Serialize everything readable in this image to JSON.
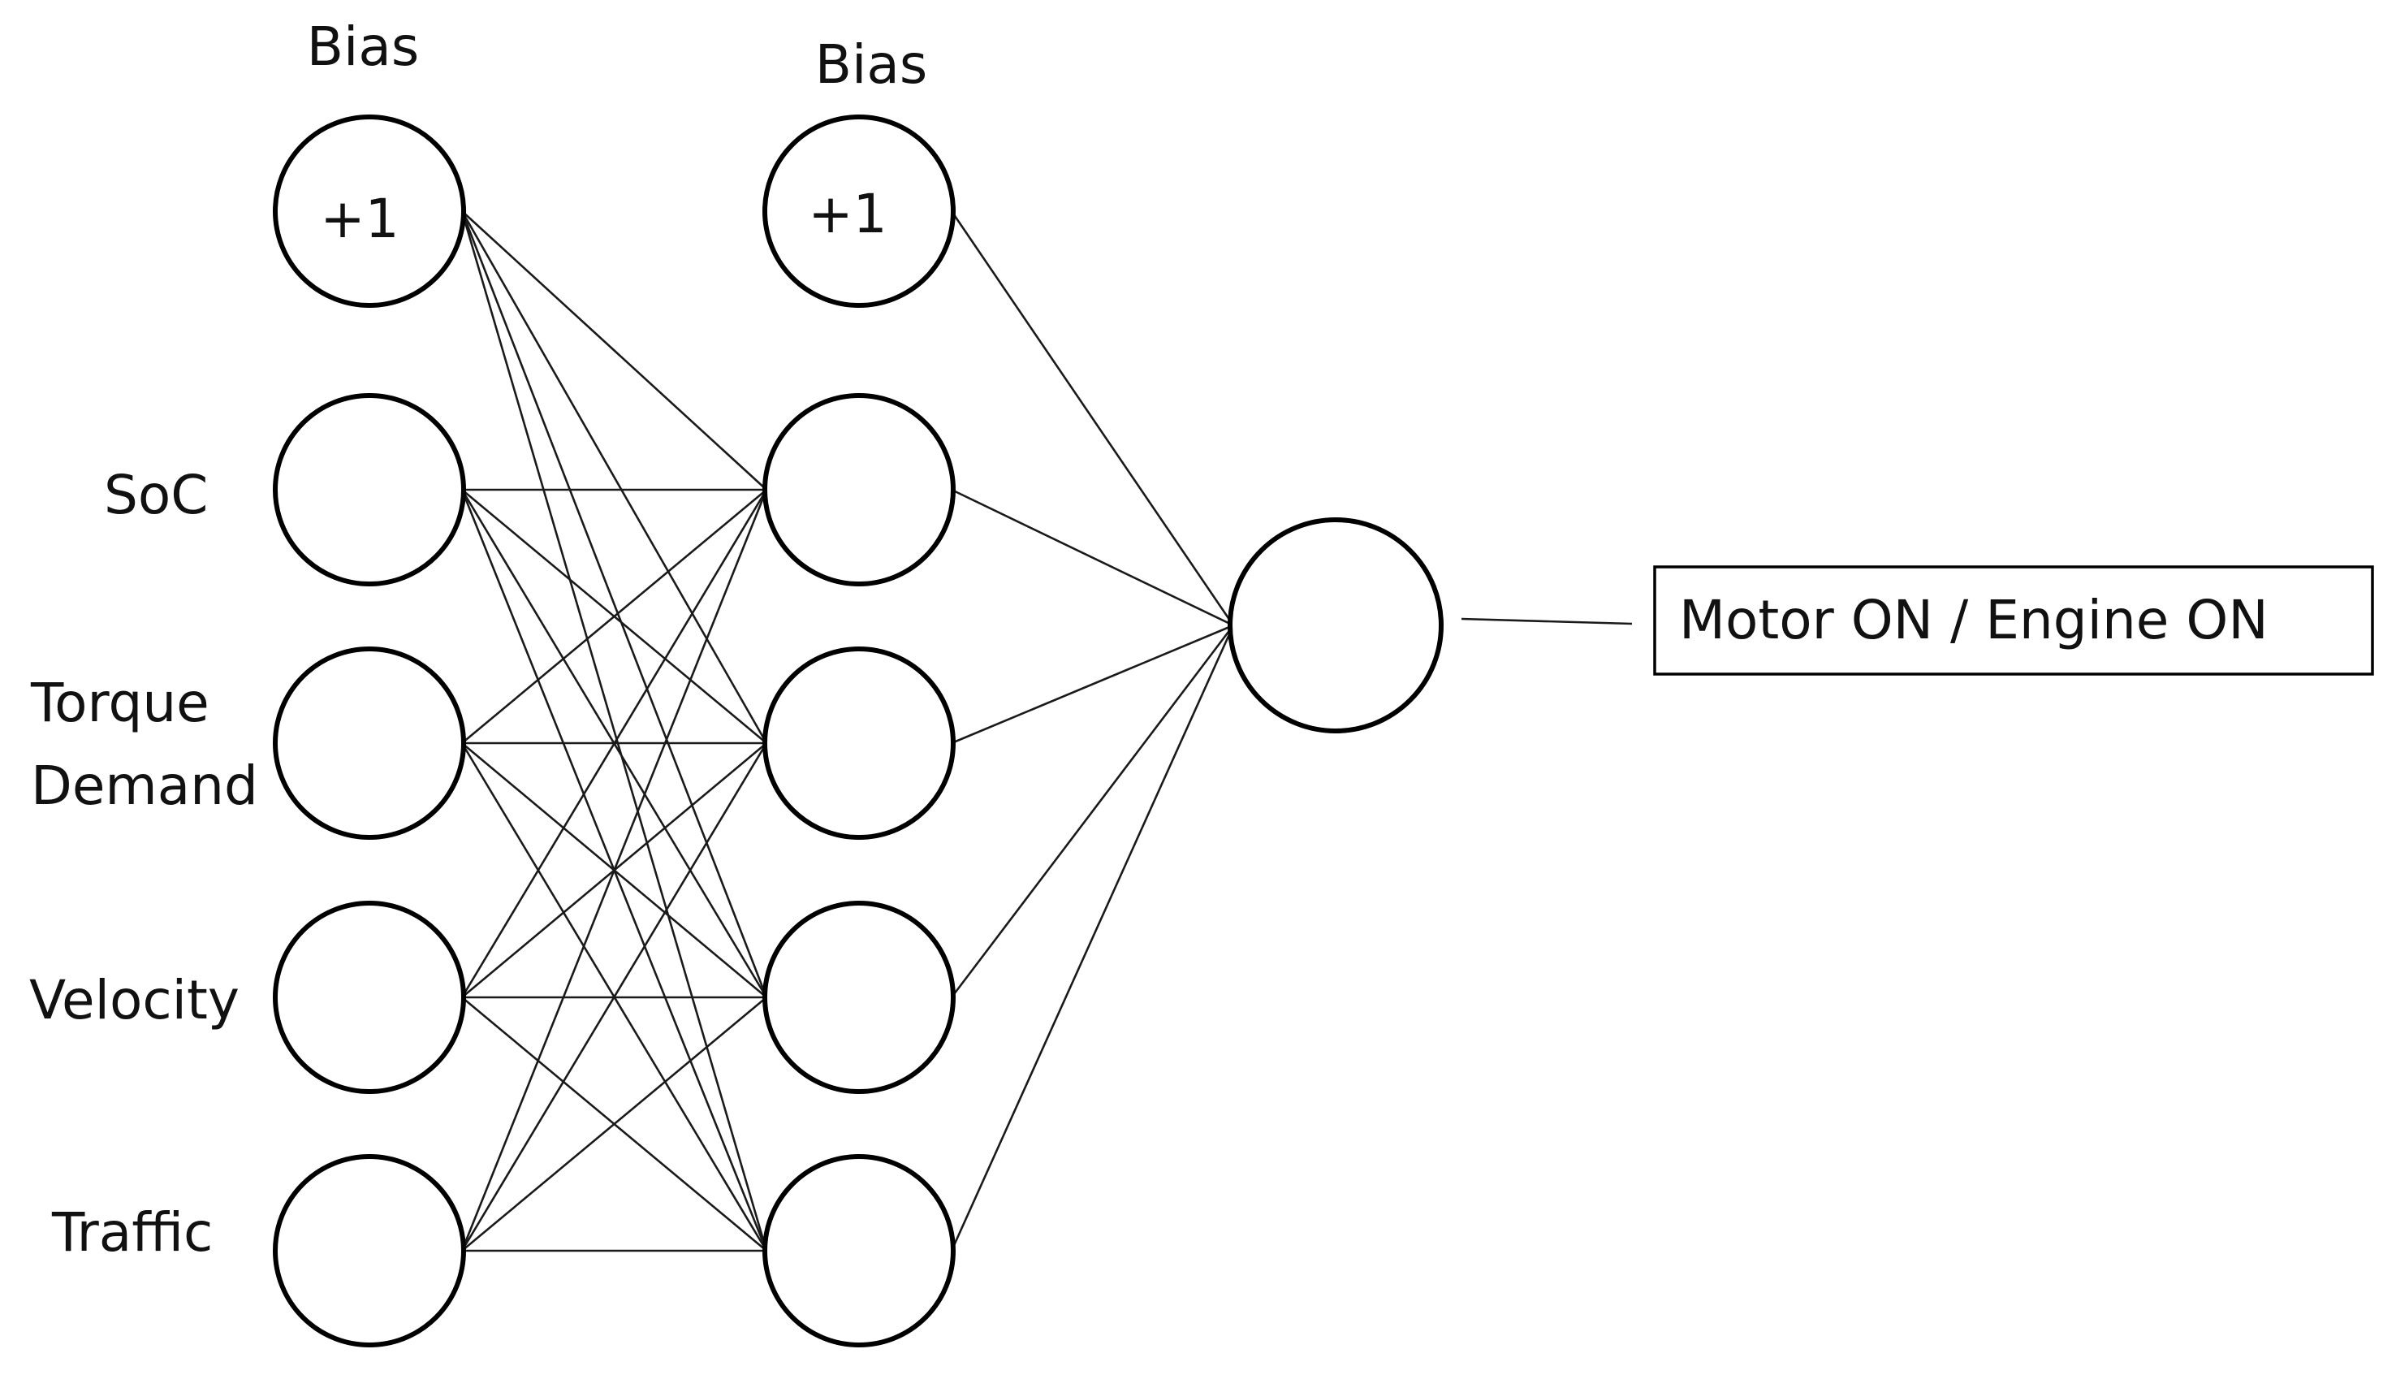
{
  "input_layer": {
    "bias_heading": "Bias",
    "bias_value": "+1",
    "inputs": [
      {
        "label_lines": [
          "SoC"
        ]
      },
      {
        "label_lines": [
          "Torque",
          "Demand"
        ]
      },
      {
        "label_lines": [
          "Velocity"
        ]
      },
      {
        "label_lines": [
          "Traffic"
        ]
      }
    ]
  },
  "hidden_layer": {
    "bias_heading": "Bias",
    "bias_value": "+1",
    "neuron_count": 4
  },
  "output_layer": {
    "neuron_count": 1,
    "output_label": "Motor ON / Engine ON"
  },
  "connections": {
    "input_to_hidden": "fully-connected",
    "hidden_to_output": "fully-connected"
  }
}
